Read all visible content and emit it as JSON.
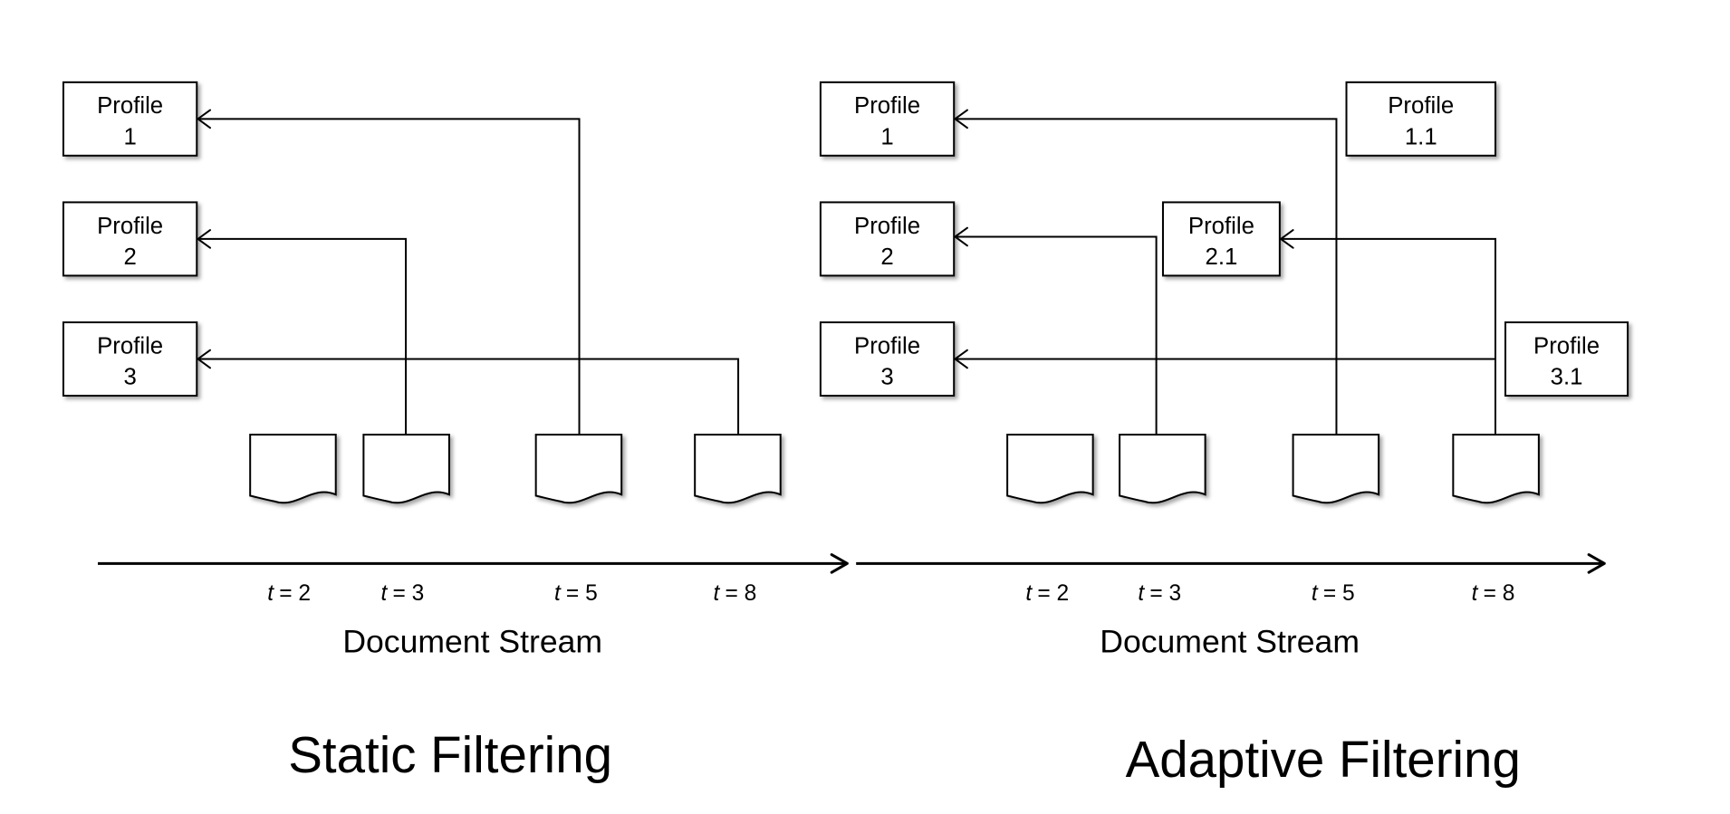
{
  "panels": [
    {
      "id": "static",
      "title": "Static Filtering",
      "axis_label": "Document Stream",
      "profiles": [
        {
          "id": "p1",
          "line1": "Profile",
          "line2": "1"
        },
        {
          "id": "p2",
          "line1": "Profile",
          "line2": "2"
        },
        {
          "id": "p3",
          "line1": "Profile",
          "line2": "3"
        }
      ],
      "documents": [
        {
          "id": "d2",
          "time_var": "t",
          "time_val": "= 2"
        },
        {
          "id": "d3",
          "time_var": "t",
          "time_val": "= 3"
        },
        {
          "id": "d5",
          "time_var": "t",
          "time_val": "= 5"
        },
        {
          "id": "d8",
          "time_var": "t",
          "time_val": "= 8"
        }
      ],
      "edges": [
        {
          "from": "d3",
          "to": "p2"
        },
        {
          "from": "d5",
          "to": "p1"
        },
        {
          "from": "d8",
          "to": "p3"
        }
      ]
    },
    {
      "id": "adaptive",
      "title": "Adaptive Filtering",
      "axis_label": "Document Stream",
      "profiles": [
        {
          "id": "p1",
          "line1": "Profile",
          "line2": "1"
        },
        {
          "id": "p2",
          "line1": "Profile",
          "line2": "2"
        },
        {
          "id": "p3",
          "line1": "Profile",
          "line2": "3"
        },
        {
          "id": "p11",
          "line1": "Profile",
          "line2": "1.1"
        },
        {
          "id": "p21",
          "line1": "Profile",
          "line2": "2.1"
        },
        {
          "id": "p31",
          "line1": "Profile",
          "line2": "3.1"
        }
      ],
      "documents": [
        {
          "id": "d2",
          "time_var": "t",
          "time_val": "= 2"
        },
        {
          "id": "d3",
          "time_var": "t",
          "time_val": "= 3"
        },
        {
          "id": "d5",
          "time_var": "t",
          "time_val": "= 5"
        },
        {
          "id": "d8",
          "time_var": "t",
          "time_val": "= 8"
        }
      ],
      "edges": [
        {
          "from": "d3",
          "to": "p2"
        },
        {
          "from": "d5",
          "to": "p1"
        },
        {
          "from": "d8",
          "to": "p21"
        },
        {
          "from": "d8",
          "to": "p3"
        }
      ]
    }
  ]
}
